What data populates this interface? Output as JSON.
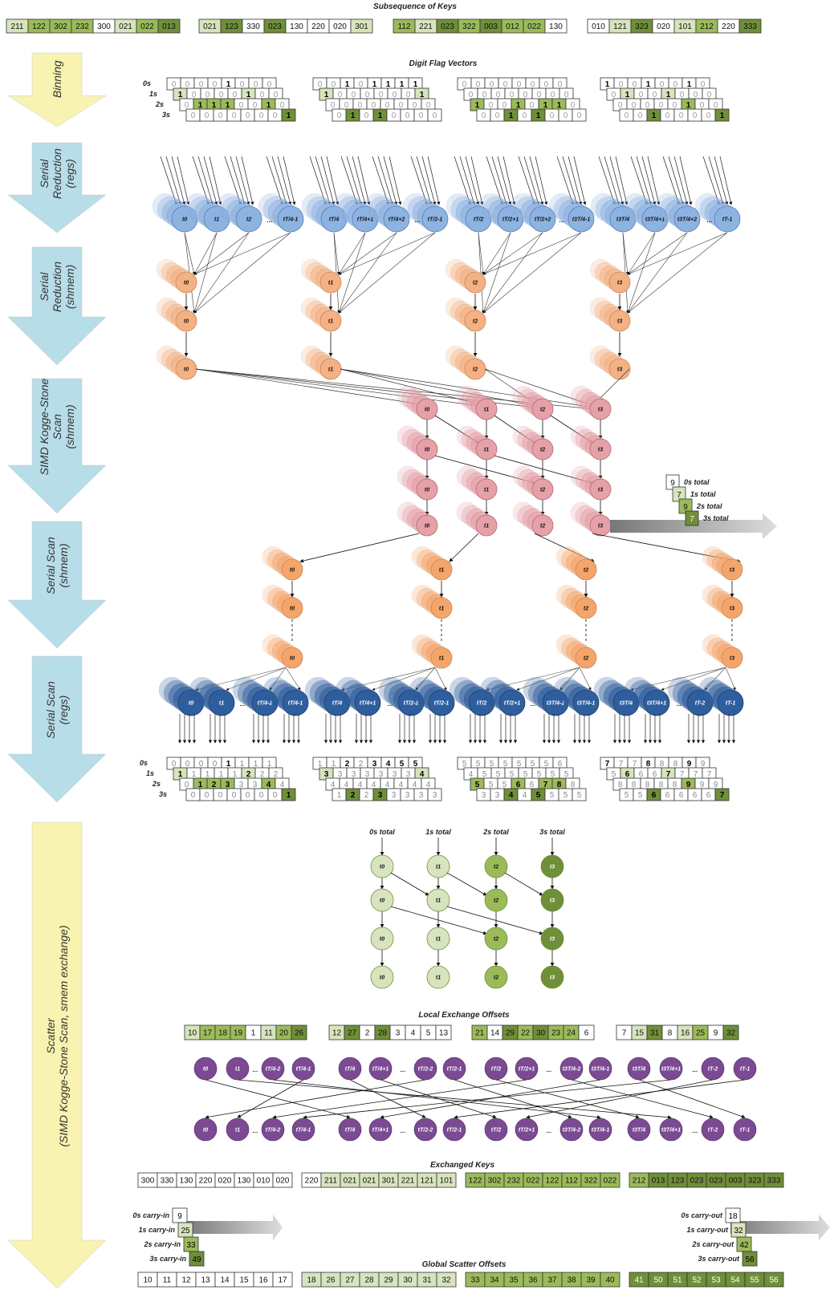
{
  "titles": {
    "keys": "Subsequence of Keys",
    "flags": "Digit Flag Vectors",
    "local_offsets": "Local Exchange Offsets",
    "exchanged": "Exchanged Keys",
    "global": "Global Scatter Offsets"
  },
  "stages": [
    {
      "lines": [
        "Binning"
      ]
    },
    {
      "lines": [
        "Serial",
        "Reduction",
        "(regs)"
      ]
    },
    {
      "lines": [
        "Serial",
        "Reduction",
        "(shmem)"
      ]
    },
    {
      "lines": [
        "SIMD Kogge-Stone",
        "Scan",
        "(shmem)"
      ]
    },
    {
      "lines": [
        "Serial Scan",
        "(shmem)"
      ]
    },
    {
      "lines": [
        "Serial Scan",
        "(regs)"
      ]
    },
    {
      "lines": [
        "Scatter",
        "(SIMD Kogge-Stone Scan, smem exchange)"
      ]
    }
  ],
  "colors": {
    "c0": "#ffffff",
    "c1": "#d7e4bd",
    "c2": "#9bbb59",
    "c3": "#6f8f38",
    "blue": "#8db3e2",
    "blue_dark": "#2f5e9e",
    "orange": "#f4b183",
    "red": "#e6a0a8",
    "green_light": "#d7e4bd",
    "purple": "#7b4a93",
    "arrow_yellow": "#f8f3b0",
    "arrow_cyan": "#b7dde8"
  },
  "keys": {
    "groups": [
      [
        "211",
        "122",
        "302",
        "232",
        "300",
        "021",
        "022",
        "013"
      ],
      [
        "021",
        "123",
        "330",
        "023",
        "130",
        "220",
        "020",
        "301"
      ],
      [
        "112",
        "221",
        "023",
        "322",
        "003",
        "012",
        "022",
        "130"
      ],
      [
        "010",
        "121",
        "323",
        "020",
        "101",
        "212",
        "220",
        "333"
      ]
    ]
  },
  "flags": {
    "row_labels": [
      "0s",
      "1s",
      "2s",
      "3s"
    ],
    "groups": [
      [
        [
          0,
          0,
          0,
          0,
          1,
          0,
          0,
          0
        ],
        [
          1,
          0,
          0,
          0,
          0,
          1,
          0,
          0
        ],
        [
          0,
          1,
          1,
          1,
          0,
          0,
          1,
          0
        ],
        [
          0,
          0,
          0,
          0,
          0,
          0,
          0,
          1
        ]
      ],
      [
        [
          0,
          0,
          1,
          0,
          1,
          1,
          1,
          1
        ],
        [
          1,
          0,
          0,
          0,
          0,
          0,
          0,
          1
        ],
        [
          0,
          0,
          0,
          0,
          0,
          0,
          0,
          0
        ],
        [
          0,
          1,
          0,
          1,
          0,
          0,
          0,
          0
        ]
      ],
      [
        [
          0,
          0,
          0,
          0,
          0,
          0,
          0,
          0
        ],
        [
          0,
          0,
          0,
          0,
          0,
          0,
          0,
          0
        ],
        [
          1,
          0,
          0,
          1,
          0,
          1,
          1,
          0
        ],
        [
          0,
          0,
          1,
          0,
          1,
          0,
          0,
          0
        ]
      ],
      [
        [
          1,
          0,
          0,
          1,
          0,
          0,
          1,
          0
        ],
        [
          0,
          1,
          0,
          0,
          1,
          0,
          0,
          0
        ],
        [
          0,
          0,
          0,
          0,
          0,
          1,
          0,
          0
        ],
        [
          0,
          0,
          1,
          0,
          0,
          0,
          0,
          1
        ]
      ]
    ]
  },
  "scan_results": {
    "row_labels": [
      "0s",
      "1s",
      "2s",
      "3s"
    ],
    "groups": [
      [
        [
          0,
          0,
          0,
          0,
          1,
          1,
          1,
          1
        ],
        [
          1,
          1,
          1,
          1,
          1,
          2,
          2,
          2
        ],
        [
          0,
          1,
          2,
          3,
          3,
          3,
          4,
          4
        ],
        [
          0,
          0,
          0,
          0,
          0,
          0,
          0,
          1
        ]
      ],
      [
        [
          1,
          1,
          2,
          2,
          3,
          4,
          5,
          5
        ],
        [
          3,
          3,
          3,
          3,
          3,
          3,
          3,
          4
        ],
        [
          4,
          4,
          4,
          4,
          4,
          4,
          4,
          4
        ],
        [
          1,
          2,
          2,
          3,
          3,
          3,
          3,
          3
        ]
      ],
      [
        [
          5,
          5,
          5,
          5,
          5,
          5,
          5,
          6
        ],
        [
          4,
          5,
          5,
          5,
          5,
          5,
          5,
          5
        ],
        [
          5,
          5,
          5,
          6,
          6,
          7,
          8,
          8
        ],
        [
          3,
          3,
          4,
          4,
          5,
          5,
          5,
          5
        ]
      ],
      [
        [
          7,
          7,
          7,
          8,
          8,
          8,
          9,
          9
        ],
        [
          5,
          6,
          6,
          6,
          7,
          7,
          7,
          7
        ],
        [
          8,
          8,
          8,
          8,
          8,
          9,
          9,
          9
        ],
        [
          5,
          5,
          6,
          6,
          6,
          6,
          6,
          7
        ]
      ]
    ]
  },
  "totals": {
    "values": [
      "9",
      "7",
      "9",
      "7"
    ],
    "labels": [
      "0s total",
      "1s total",
      "2s total",
      "3s total"
    ]
  },
  "nodes": {
    "serial_reduction_regs": [
      "t0",
      "t1",
      "t2",
      "tT/4-1",
      "tT/4",
      "tT/4+1",
      "tT/4+2",
      "tT/2-1",
      "tT/2",
      "tT/2+1",
      "tT/2+2",
      "t3T/4-1",
      "t3T/4",
      "t3T/4+1",
      "t3T/4+2",
      "tT-1"
    ],
    "shmem_threads": [
      "t0",
      "t1",
      "t2",
      "t3"
    ],
    "serial_scan_regs": [
      "t0",
      "t1",
      "tT/4-2",
      "tT/4-1",
      "tT/4",
      "tT/4+1",
      "tT/2-2",
      "tT/2-1",
      "tT/2",
      "tT/2+1",
      "t3T/4-2",
      "t3T/4-1",
      "t3T/4",
      "t3T/4+1",
      "tT-2",
      "tT-1"
    ],
    "ellipsis": "..."
  },
  "scatter": {
    "column_labels": [
      "0s total",
      "1s total",
      "2s total",
      "3s total"
    ],
    "local_offsets": [
      [
        "10",
        "17",
        "18",
        "19",
        "1",
        "11",
        "20",
        "26"
      ],
      [
        "12",
        "27",
        "2",
        "28",
        "3",
        "4",
        "5",
        "13"
      ],
      [
        "21",
        "14",
        "29",
        "22",
        "30",
        "23",
        "24",
        "6"
      ],
      [
        "7",
        "15",
        "31",
        "8",
        "16",
        "25",
        "9",
        "32"
      ]
    ],
    "exchanged_keys": [
      [
        "300",
        "330",
        "130",
        "220",
        "020",
        "130",
        "010",
        "020"
      ],
      [
        "220",
        "211",
        "021",
        "021",
        "301",
        "221",
        "121",
        "101"
      ],
      [
        "122",
        "302",
        "232",
        "022",
        "122",
        "112",
        "322",
        "022"
      ],
      [
        "212",
        "013",
        "123",
        "023",
        "023",
        "003",
        "323",
        "333"
      ]
    ],
    "carry_in": {
      "labels": [
        "0s carry-in",
        "1s carry-in",
        "2s carry-in",
        "3s carry-in"
      ],
      "values": [
        "9",
        "25",
        "33",
        "49"
      ]
    },
    "carry_out": {
      "labels": [
        "0s carry-out",
        "1s carry-out",
        "2s carry-out",
        "3s carry-out"
      ],
      "values": [
        "18",
        "32",
        "42",
        "56"
      ]
    },
    "global_offsets": [
      [
        "10",
        "11",
        "12",
        "13",
        "14",
        "15",
        "16",
        "17"
      ],
      [
        "18",
        "26",
        "27",
        "28",
        "29",
        "30",
        "31",
        "32"
      ],
      [
        "33",
        "34",
        "35",
        "36",
        "37",
        "38",
        "39",
        "40"
      ],
      [
        "41",
        "50",
        "51",
        "52",
        "53",
        "54",
        "55",
        "56"
      ]
    ]
  }
}
